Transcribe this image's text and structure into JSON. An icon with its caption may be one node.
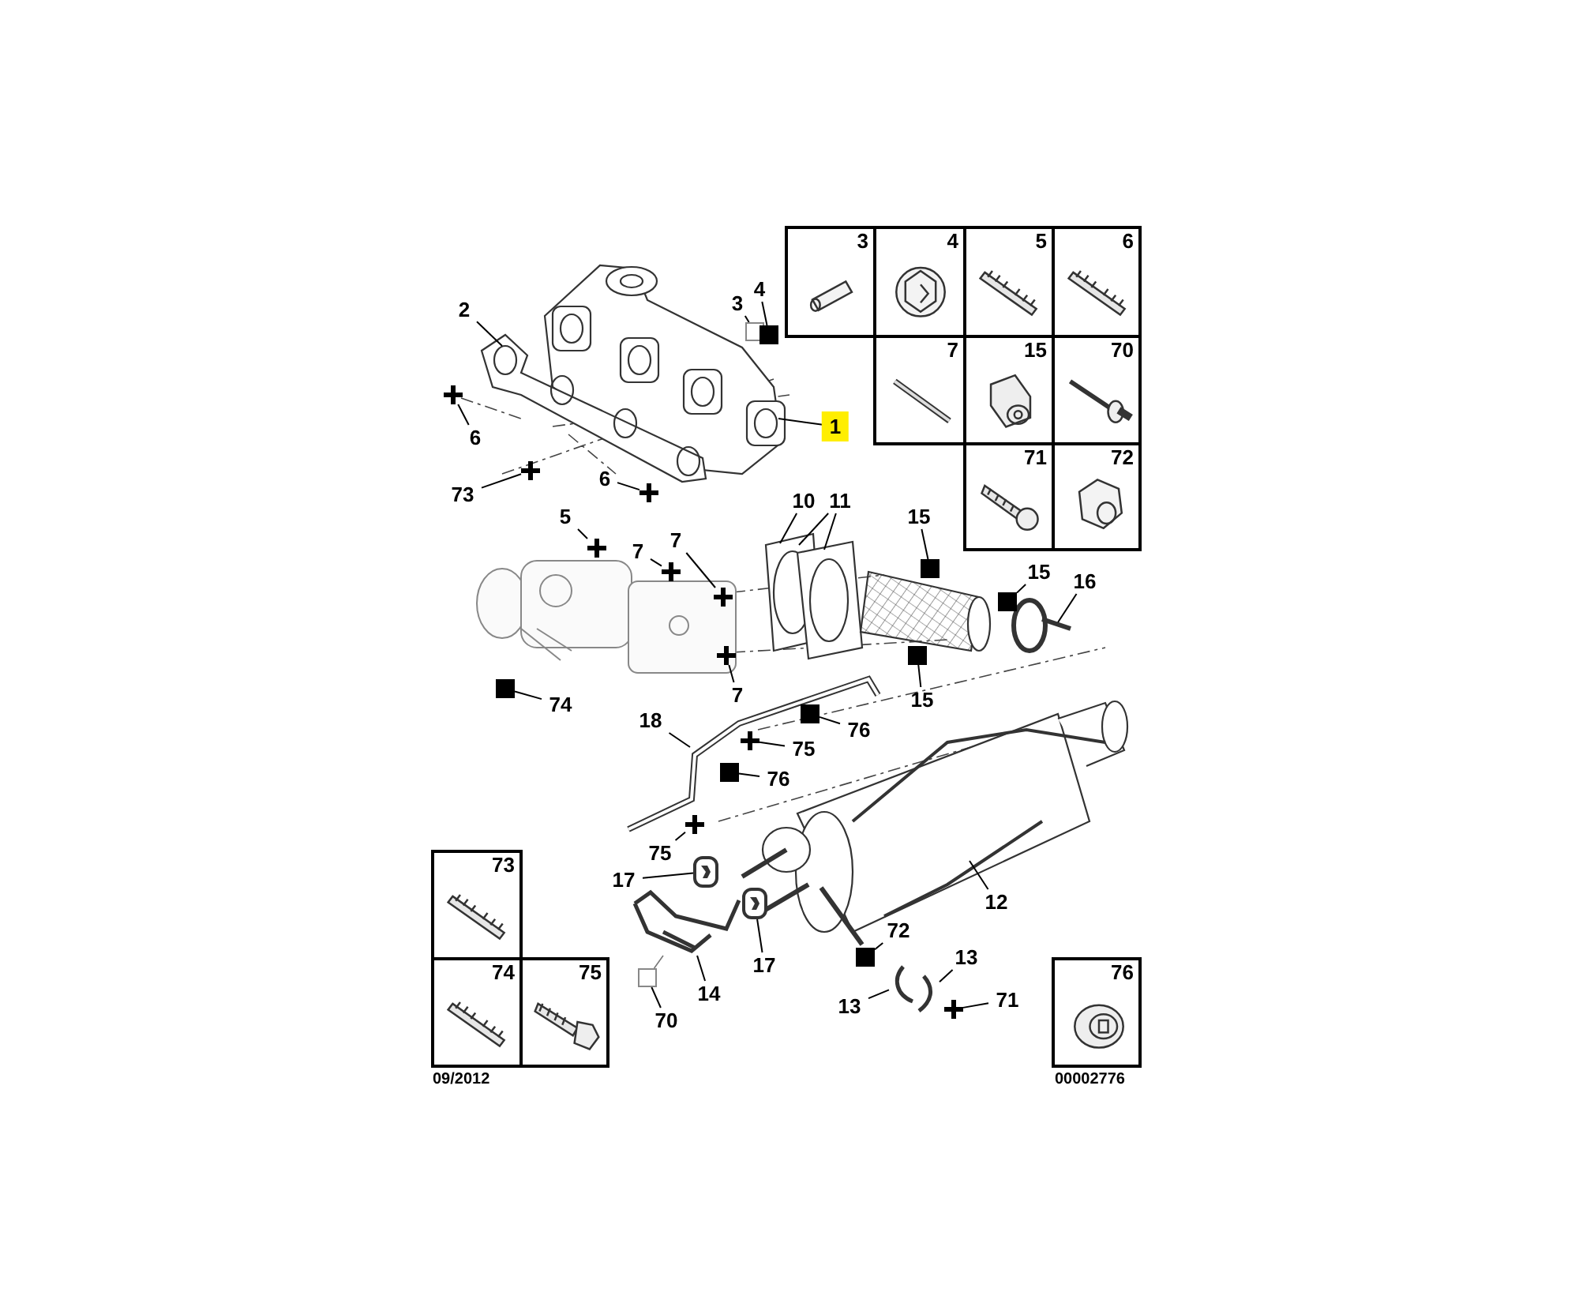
{
  "diagram": {
    "nodes": [
      {
        "text": [
          "3"
        ]
      },
      {
        "text": [
          "4"
        ]
      },
      {
        "text": [
          "5"
        ]
      },
      {
        "text": [
          "6"
        ]
      },
      {
        "text": [
          "7"
        ]
      },
      {
        "text": [
          "15"
        ]
      },
      {
        "text": [
          "70"
        ]
      },
      {
        "text": [
          "71"
        ]
      },
      {
        "text": [
          "72"
        ]
      },
      {
        "text": [
          "73"
        ]
      },
      {
        "text": [
          "74"
        ]
      },
      {
        "text": [
          "75"
        ]
      },
      {
        "text": [
          "76"
        ]
      },
      {
        "text": [
          "2"
        ]
      },
      {
        "text": [
          "3"
        ]
      },
      {
        "text": [
          "4"
        ]
      },
      {
        "text": [
          "1"
        ]
      },
      {
        "text": [
          "6"
        ]
      },
      {
        "text": [
          "73"
        ]
      },
      {
        "text": [
          "6"
        ]
      },
      {
        "text": [
          "5"
        ]
      },
      {
        "text": [
          "7"
        ]
      },
      {
        "text": [
          "7"
        ]
      },
      {
        "text": [
          "10"
        ]
      },
      {
        "text": [
          "11"
        ]
      },
      {
        "text": [
          "15"
        ]
      },
      {
        "text": [
          "15"
        ]
      },
      {
        "text": [
          "16"
        ]
      },
      {
        "text": [
          "74"
        ]
      },
      {
        "text": [
          "7"
        ]
      },
      {
        "text": [
          "15"
        ]
      },
      {
        "text": [
          "18"
        ]
      },
      {
        "text": [
          "76"
        ]
      },
      {
        "text": [
          "75"
        ]
      },
      {
        "text": [
          "76"
        ]
      },
      {
        "text": [
          "75"
        ]
      },
      {
        "text": [
          "17"
        ]
      },
      {
        "text": [
          "12"
        ]
      },
      {
        "text": [
          "72"
        ]
      },
      {
        "text": [
          "13"
        ]
      },
      {
        "text": [
          "17"
        ]
      },
      {
        "text": [
          "14"
        ]
      },
      {
        "text": [
          "13"
        ]
      },
      {
        "text": [
          "71"
        ]
      },
      {
        "text": [
          "70"
        ]
      },
      {
        "text": [],
        "shape": "box"
      },
      {
        "text": [],
        "shape": "square"
      },
      {
        "text": [],
        "shape": "cross"
      },
      {
        "text": [],
        "shape": "cross"
      },
      {
        "text": [],
        "shape": "cross"
      },
      {
        "text": [],
        "shape": "cross"
      },
      {
        "text": [],
        "shape": "cross"
      },
      {
        "text": [],
        "shape": "cross"
      },
      {
        "text": [],
        "shape": "square"
      },
      {
        "text": [],
        "shape": "square"
      },
      {
        "text": [],
        "shape": "square"
      },
      {
        "text": [],
        "shape": "cross"
      },
      {
        "text": [],
        "shape": "square"
      },
      {
        "text": [],
        "shape": "square"
      },
      {
        "text": [],
        "shape": "cross"
      },
      {
        "text": [],
        "shape": "square"
      },
      {
        "text": [],
        "shape": "cross"
      },
      {
        "text": [],
        "shape": "square"
      },
      {
        "text": [],
        "shape": "cross"
      },
      {
        "text": [],
        "shape": "box"
      },
      {
        "text": [],
        "shape": "picture"
      },
      {
        "text": [],
        "shape": "picture"
      },
      {
        "text": [],
        "shape": "picture"
      },
      {
        "text": [],
        "shape": "picture"
      },
      {
        "text": [],
        "shape": "picture"
      }
    ],
    "edges": [
      {
        "from": 13,
        "to": null,
        "arrow": "none"
      },
      {
        "from": 14,
        "to": 45,
        "arrow": "none"
      },
      {
        "from": 15,
        "to": 46,
        "arrow": "none"
      },
      {
        "from": 16,
        "to": null,
        "arrow": "none"
      },
      {
        "from": 17,
        "to": 47,
        "arrow": "none"
      },
      {
        "from": 18,
        "to": 48,
        "arrow": "none"
      },
      {
        "from": 19,
        "to": 49,
        "arrow": "none"
      },
      {
        "from": 20,
        "to": 50,
        "arrow": "none"
      },
      {
        "from": 21,
        "to": 51,
        "arrow": "none"
      },
      {
        "from": 22,
        "to": 52,
        "arrow": "none"
      },
      {
        "from": 23,
        "to": null,
        "arrow": "none"
      },
      {
        "from": 24,
        "to": null,
        "arrow": "none"
      },
      {
        "from": 24,
        "to": null,
        "arrow": "none"
      },
      {
        "from": 25,
        "to": 53,
        "arrow": "none"
      },
      {
        "from": 26,
        "to": 54,
        "arrow": "none"
      },
      {
        "from": 27,
        "to": null,
        "arrow": "none"
      },
      {
        "from": 28,
        "to": 57,
        "arrow": "none"
      },
      {
        "from": 29,
        "to": 56,
        "arrow": "none"
      },
      {
        "from": 30,
        "to": 55,
        "arrow": "none"
      },
      {
        "from": 31,
        "to": null,
        "arrow": "none"
      },
      {
        "from": 32,
        "to": 58,
        "arrow": "none"
      },
      {
        "from": 33,
        "to": 59,
        "arrow": "none"
      },
      {
        "from": 34,
        "to": 60,
        "arrow": "none"
      },
      {
        "from": 35,
        "to": 61,
        "arrow": "none"
      },
      {
        "from": 36,
        "to": 65,
        "arrow": "none"
      },
      {
        "from": 37,
        "to": null,
        "arrow": "none"
      },
      {
        "from": 38,
        "to": 62,
        "arrow": "none"
      },
      {
        "from": 39,
        "to": 69,
        "arrow": "none"
      },
      {
        "from": 40,
        "to": 66,
        "arrow": "none"
      },
      {
        "from": 41,
        "to": 67,
        "arrow": "none"
      },
      {
        "from": 42,
        "to": 68,
        "arrow": "none"
      },
      {
        "from": 43,
        "to": 63,
        "arrow": "none"
      },
      {
        "from": 44,
        "to": 64,
        "arrow": "none"
      },
      {
        "from": 64,
        "to": 67,
        "arrow": "none",
        "color": "#777777"
      }
    ],
    "labels": [
      "09/2012",
      "00002776"
    ]
  }
}
